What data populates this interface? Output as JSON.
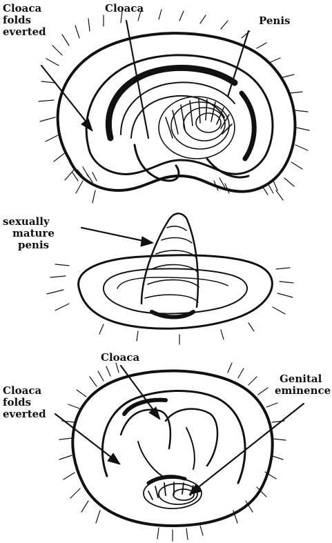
{
  "colors": {
    "ink": "#111111",
    "paper": "#ffffff"
  },
  "top_figure": {
    "labels": {
      "cloaca_folds_1": "Cloaca",
      "cloaca_folds_2": "folds",
      "cloaca_folds_3": "everted",
      "cloaca": "Cloaca",
      "penis": "Penis"
    }
  },
  "middle_figure": {
    "labels": {
      "line1": "sexually",
      "line2": "mature",
      "line3": "penis"
    }
  },
  "bottom_figure": {
    "labels": {
      "cloaca": "Cloaca",
      "cloaca_folds_1": "Cloaca",
      "cloaca_folds_2": "folds",
      "cloaca_folds_3": "everted",
      "genital_1": "Genital",
      "genital_2": "eminence"
    }
  }
}
